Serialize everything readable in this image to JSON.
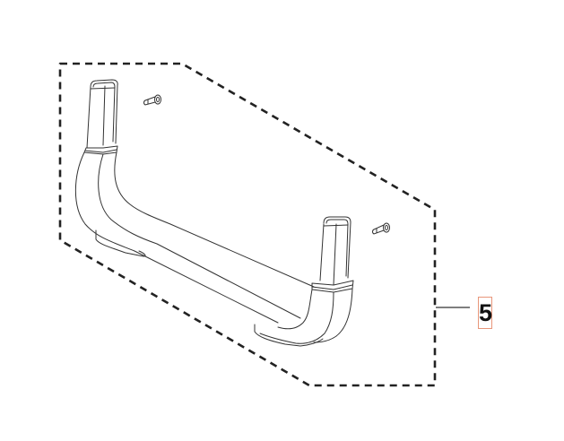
{
  "diagram": {
    "type": "exploded parts diagram",
    "part_group_outline": "dashed",
    "callouts": [
      {
        "number": "5",
        "highlight_color": "#e8967a"
      }
    ],
    "components": [
      "u-shaped-handle",
      "screw-left",
      "screw-right"
    ],
    "colors": {
      "line": "#333333",
      "dash": "#222222",
      "background": "#ffffff"
    }
  }
}
